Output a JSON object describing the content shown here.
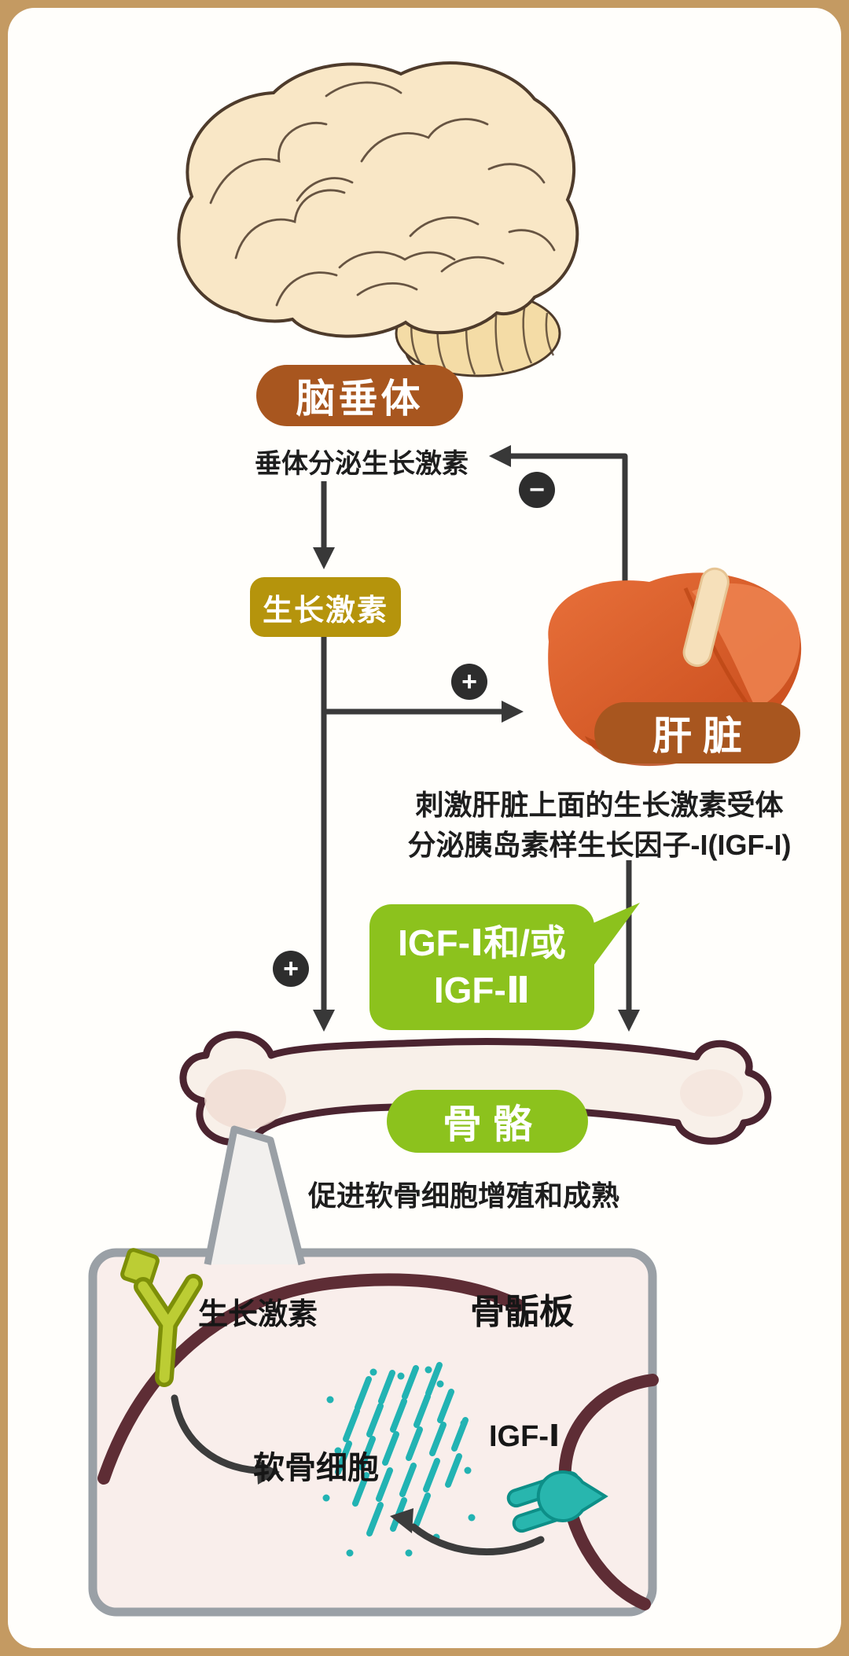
{
  "pituitary": {
    "badge": "脑垂体",
    "caption": "垂体分泌生长激素"
  },
  "growth_hormone": {
    "badge": "生长激素"
  },
  "liver": {
    "badge": "肝脏",
    "caption_line1": "刺激肝脏上面的生长激素受体",
    "caption_line2": "分泌胰岛素样生长因子-I(IGF-I)"
  },
  "igf_bubble": {
    "line1": "IGF-Ⅰ和/或",
    "line2": "IGF-Ⅱ"
  },
  "bone": {
    "badge": "骨骼",
    "caption": "促进软骨细胞增殖和成熟"
  },
  "signs": {
    "minus_feedback": "−",
    "plus_liver": "+",
    "plus_bone": "+"
  },
  "inset": {
    "title": "骨骺板",
    "growth_hormone_label": "生长激素",
    "chondrocyte_label": "软骨细胞",
    "igf_label": "IGF-Ⅰ"
  },
  "colors": {
    "frame": "#c49a62",
    "brown_badge": "#a8561f",
    "olive_badge": "#b5940c",
    "green": "#8cc21d",
    "teal": "#22b3b3",
    "maroon": "#5e2d35",
    "bone_outline": "#4b2430",
    "liver_orange": "#d9552b"
  }
}
